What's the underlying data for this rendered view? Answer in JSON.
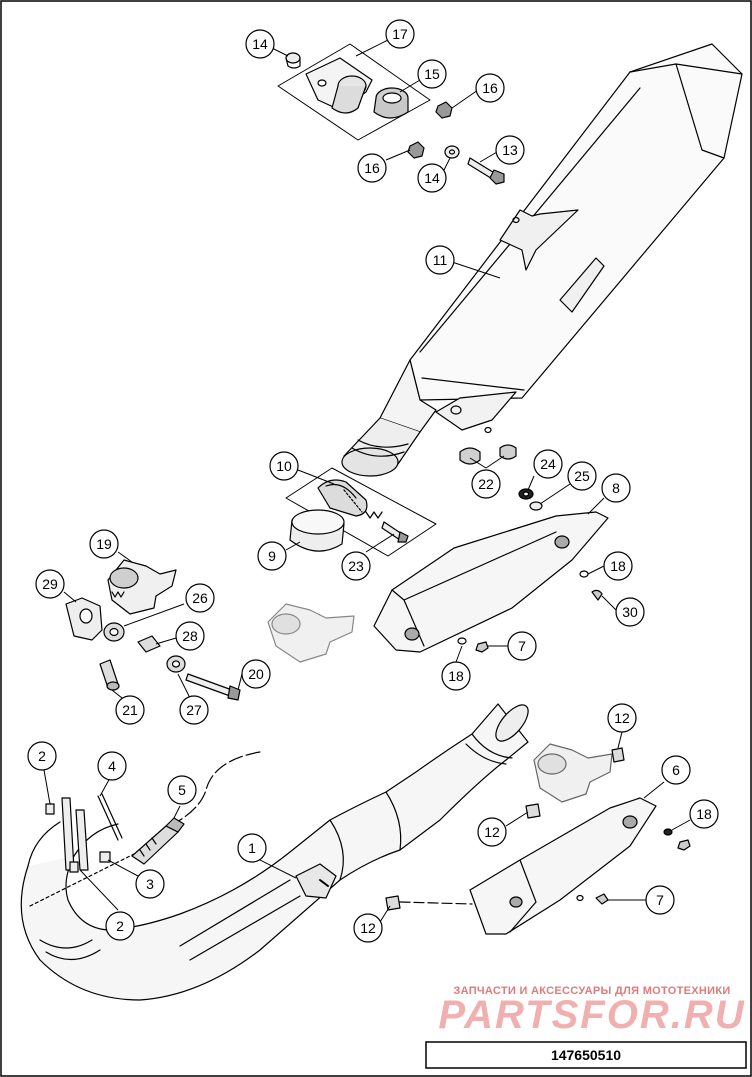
{
  "diagram": {
    "callouts": [
      {
        "id": "c14a",
        "label": "14"
      },
      {
        "id": "c17",
        "label": "17"
      },
      {
        "id": "c15",
        "label": "15"
      },
      {
        "id": "c16a",
        "label": "16"
      },
      {
        "id": "c13",
        "label": "13"
      },
      {
        "id": "c16b",
        "label": "16"
      },
      {
        "id": "c14b",
        "label": "14"
      },
      {
        "id": "c11",
        "label": "11"
      },
      {
        "id": "c10",
        "label": "10"
      },
      {
        "id": "c24",
        "label": "24"
      },
      {
        "id": "c25",
        "label": "25"
      },
      {
        "id": "c22",
        "label": "22"
      },
      {
        "id": "c8",
        "label": "8"
      },
      {
        "id": "c9",
        "label": "9"
      },
      {
        "id": "c23",
        "label": "23"
      },
      {
        "id": "c19",
        "label": "19"
      },
      {
        "id": "c29",
        "label": "29"
      },
      {
        "id": "c26",
        "label": "26"
      },
      {
        "id": "c18a",
        "label": "18"
      },
      {
        "id": "c30",
        "label": "30"
      },
      {
        "id": "c28",
        "label": "28"
      },
      {
        "id": "c7a",
        "label": "7"
      },
      {
        "id": "c18b",
        "label": "18"
      },
      {
        "id": "c20",
        "label": "20"
      },
      {
        "id": "c21",
        "label": "21"
      },
      {
        "id": "c27",
        "label": "27"
      },
      {
        "id": "c12a",
        "label": "12"
      },
      {
        "id": "c2a",
        "label": "2"
      },
      {
        "id": "c4",
        "label": "4"
      },
      {
        "id": "c5",
        "label": "5"
      },
      {
        "id": "c6",
        "label": "6"
      },
      {
        "id": "c12b",
        "label": "12"
      },
      {
        "id": "c18c",
        "label": "18"
      },
      {
        "id": "c1",
        "label": "1"
      },
      {
        "id": "c3",
        "label": "3"
      },
      {
        "id": "c7b",
        "label": "7"
      },
      {
        "id": "c2b",
        "label": "2"
      },
      {
        "id": "c12c",
        "label": "12"
      }
    ],
    "reference_number": "147650510"
  },
  "watermark": {
    "tagline": "ЗАПЧАСТИ И АКСЕССУАРЫ ДЛЯ МОТОТЕХНИКИ",
    "brand": "PARTSFOR.RU",
    "color": "#e07a7a"
  }
}
